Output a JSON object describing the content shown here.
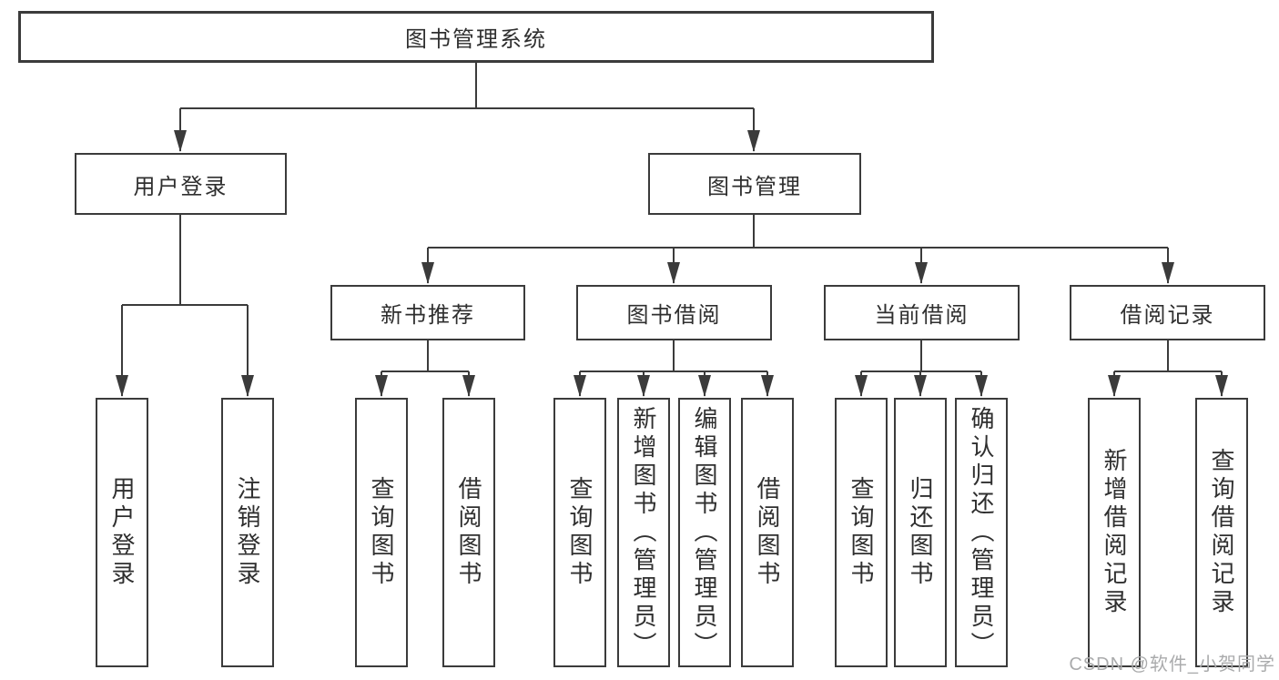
{
  "diagram": {
    "type": "hierarchy-tree",
    "orientation": "top-down"
  },
  "tree": {
    "label": "图书管理系统",
    "children": [
      {
        "label": "用户登录",
        "children": [
          {
            "label": "用户登录"
          },
          {
            "label": "注销登录"
          }
        ]
      },
      {
        "label": "图书管理",
        "children": [
          {
            "label": "新书推荐",
            "children": [
              {
                "label": "查询图书"
              },
              {
                "label": "借阅图书"
              }
            ]
          },
          {
            "label": "图书借阅",
            "children": [
              {
                "label": "查询图书"
              },
              {
                "label": "新增图书（管理员）"
              },
              {
                "label": "编辑图书（管理员）"
              },
              {
                "label": "借阅图书"
              }
            ]
          },
          {
            "label": "当前借阅",
            "children": [
              {
                "label": "查询图书"
              },
              {
                "label": "归还图书"
              },
              {
                "label": "确认归还（管理员）"
              }
            ]
          },
          {
            "label": "借阅记录",
            "children": [
              {
                "label": "新增借阅记录"
              },
              {
                "label": "查询借阅记录"
              }
            ]
          }
        ]
      }
    ]
  },
  "watermark": "CSDN @软件_小贺同学",
  "colors": {
    "line": "#3b3b3b",
    "box_border": "#3b3b3b",
    "text": "#2f2f2f",
    "watermark": "#aaabac",
    "background": "#ffffff"
  }
}
